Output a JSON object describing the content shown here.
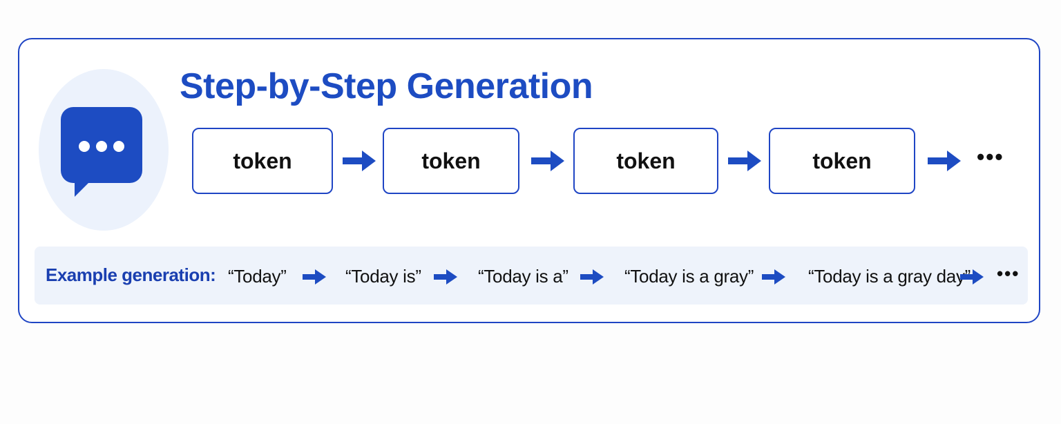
{
  "diagram": {
    "title": "Step-by-Step Generation",
    "tokens": [
      "token",
      "token",
      "token",
      "token"
    ],
    "token_continuation": "•••",
    "example": {
      "label": "Example generation:",
      "steps": [
        "“Today”",
        "“Today is”",
        "“Today is a”",
        "“Today is a gray”",
        "“Today is a gray day”"
      ],
      "continuation": "•••"
    },
    "colors": {
      "accent": "#1d4cc2",
      "border": "#1f45c4",
      "icon_bg": "#ecf2fc",
      "band_bg": "#eef3fb"
    },
    "icons": {
      "chat": "chat-bubble-icon",
      "arrow": "right-arrow-icon"
    }
  }
}
